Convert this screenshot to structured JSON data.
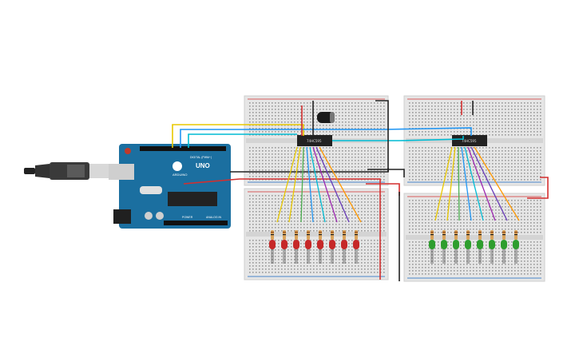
{
  "arduino": {
    "brand": "ARDUINO",
    "model": "UNO",
    "digital_label": "DIGITAL (PWM~)",
    "power_label": "POWER",
    "analog_label": "ANALOG IN"
  },
  "chips": [
    {
      "part": "74HC595"
    },
    {
      "part": "74HC595"
    }
  ],
  "led_colors": {
    "left": "#c62828",
    "right": "#2e9e2e"
  },
  "wire_colors": [
    "#e8c800",
    "#e8c800",
    "#4caf50",
    "#2196f3",
    "#00bcd4",
    "#9c27b0",
    "#673ab7",
    "#ff9800",
    "#8d6e63",
    "#9e9e9e"
  ],
  "breadboard_count": 4,
  "leds_per_row": 8
}
